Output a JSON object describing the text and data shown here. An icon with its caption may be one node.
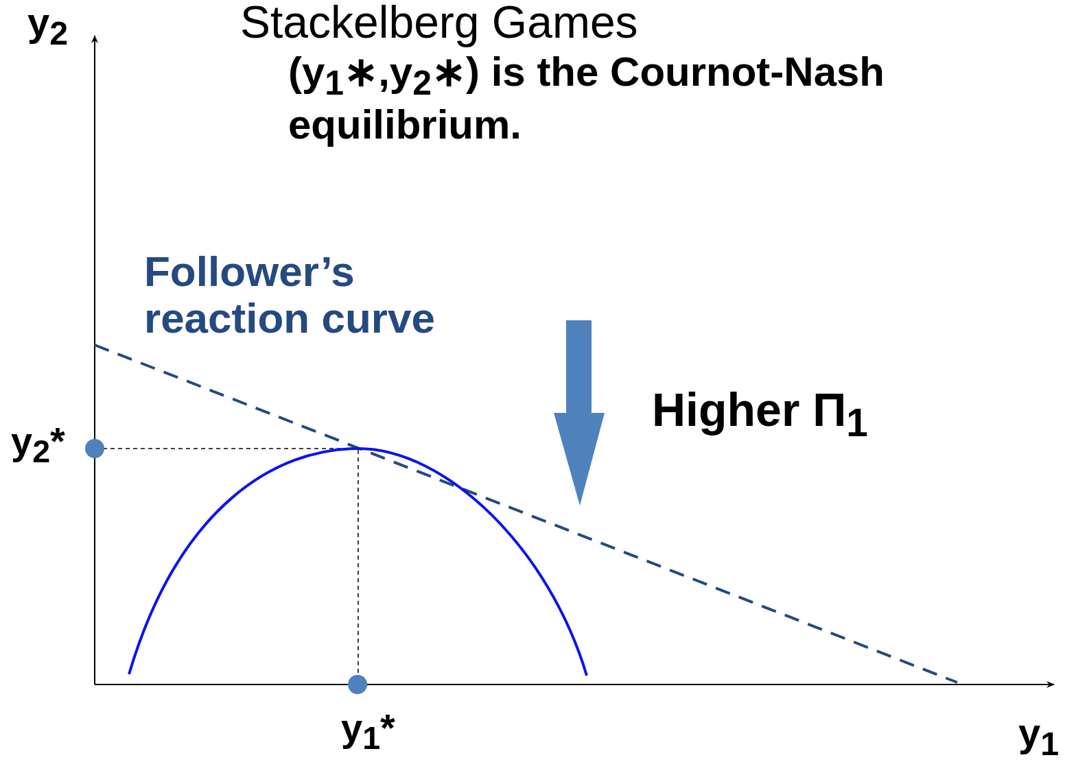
{
  "diagram": {
    "title": "Stackelberg Games",
    "labels": [
      "y$_{2}$",
      "(y$_{1}$∗,y$_{2}$∗) is the Cournot-Nash equilibrium.",
      "Follower’s reaction curve",
      "Higher Π$_{1}$",
      "y$_{2}$*",
      "y$_{1}$*",
      "y$_{1}$"
    ]
  }
}
